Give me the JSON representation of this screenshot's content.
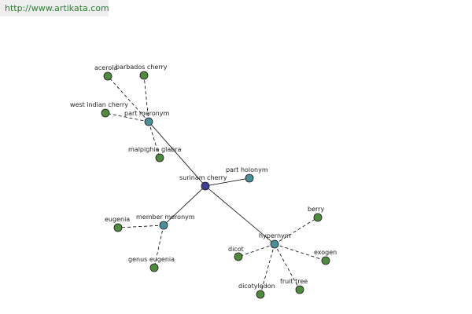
{
  "watermark": {
    "text": "http://www.artikata.com"
  },
  "colors": {
    "center": "#3a3f8f",
    "relation": "#4a8f98",
    "leaf": "#4f8a3f",
    "edge": "#000000",
    "outline": "#1a1a1a"
  },
  "nodes": [
    {
      "id": "surinam-cherry",
      "label": "surinam cherry",
      "kind": "center"
    },
    {
      "id": "part-meronym",
      "label": "part meronym",
      "kind": "relation"
    },
    {
      "id": "part-holonym",
      "label": "part holonym",
      "kind": "relation"
    },
    {
      "id": "member-meronym",
      "label": "member meronym",
      "kind": "relation"
    },
    {
      "id": "hypernym",
      "label": "hypernym",
      "kind": "relation"
    },
    {
      "id": "acerola",
      "label": "acerola",
      "kind": "leaf"
    },
    {
      "id": "barbados-cherry",
      "label": "barbados cherry",
      "kind": "leaf"
    },
    {
      "id": "west-indian-cherry",
      "label": "west indian cherry",
      "kind": "leaf"
    },
    {
      "id": "malpighia-glabra",
      "label": "malpighia glabra",
      "kind": "leaf"
    },
    {
      "id": "eugenia",
      "label": "eugenia",
      "kind": "leaf"
    },
    {
      "id": "genus-eugenia",
      "label": "genus eugenia",
      "kind": "leaf"
    },
    {
      "id": "berry",
      "label": "berry",
      "kind": "leaf"
    },
    {
      "id": "exogen",
      "label": "exogen",
      "kind": "leaf"
    },
    {
      "id": "dicot",
      "label": "dicot",
      "kind": "leaf"
    },
    {
      "id": "dicotyledon",
      "label": "dicotyledon",
      "kind": "leaf"
    },
    {
      "id": "fruit-tree",
      "label": "fruit tree",
      "kind": "leaf"
    }
  ],
  "edges": [
    {
      "from": "surinam-cherry",
      "to": "part-meronym",
      "style": "solid"
    },
    {
      "from": "surinam-cherry",
      "to": "part-holonym",
      "style": "solid"
    },
    {
      "from": "surinam-cherry",
      "to": "member-meronym",
      "style": "solid"
    },
    {
      "from": "surinam-cherry",
      "to": "hypernym",
      "style": "solid"
    },
    {
      "from": "part-meronym",
      "to": "acerola",
      "style": "dashed"
    },
    {
      "from": "part-meronym",
      "to": "barbados-cherry",
      "style": "dashed"
    },
    {
      "from": "part-meronym",
      "to": "west-indian-cherry",
      "style": "dashed"
    },
    {
      "from": "part-meronym",
      "to": "malpighia-glabra",
      "style": "dashed"
    },
    {
      "from": "member-meronym",
      "to": "eugenia",
      "style": "dashed"
    },
    {
      "from": "member-meronym",
      "to": "genus-eugenia",
      "style": "dashed"
    },
    {
      "from": "hypernym",
      "to": "berry",
      "style": "dashed"
    },
    {
      "from": "hypernym",
      "to": "exogen",
      "style": "dashed"
    },
    {
      "from": "hypernym",
      "to": "dicot",
      "style": "dashed"
    },
    {
      "from": "hypernym",
      "to": "dicotyledon",
      "style": "dashed"
    },
    {
      "from": "hypernym",
      "to": "fruit-tree",
      "style": "dashed"
    }
  ]
}
